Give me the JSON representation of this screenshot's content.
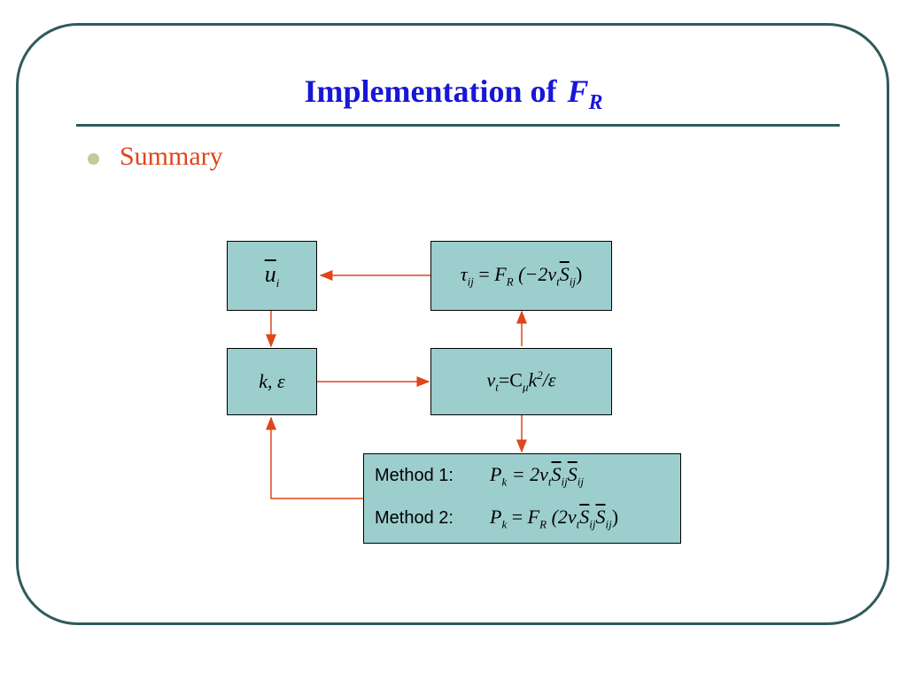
{
  "slide": {
    "title": "Implementation of",
    "title_symbol": "F",
    "title_symbol_sub": "R",
    "bullet": "Summary"
  },
  "boxes": {
    "u_bar": {
      "base": "u",
      "sub": "i"
    },
    "tau": {
      "lhs": "τ",
      "lhs_sub": "ij",
      "eq": " = ",
      "F": "F",
      "F_sub": "R",
      "open": " (−2ν",
      "nu_sub": "t",
      "S": "S",
      "S_sub": "ij",
      "close": ")"
    },
    "k_eps": {
      "text": "k, ε"
    },
    "nu_t": {
      "nu": "ν",
      "nu_sub": "t",
      "mid": "=C",
      "mu": "μ",
      "k": "k",
      "sq": "2",
      "tail": "/ε"
    },
    "methods": {
      "m1_label": "Method 1:",
      "m1": {
        "P": "P",
        "P_sub": "k",
        "rhs": " = 2ν",
        "nu_sub": "t",
        "S1": "S",
        "S1_sub": "ij",
        "S2": "S",
        "S2_sub": "ij"
      },
      "m2_label": "Method 2:",
      "m2": {
        "P": "P",
        "P_sub": "k",
        "eq": " = ",
        "F": "F",
        "F_sub": "R",
        "open": " (2ν",
        "nu_sub": "t",
        "S1": "S",
        "S1_sub": "ij",
        "S2": "S",
        "S2_sub": "ij",
        "close": ")"
      }
    }
  },
  "colors": {
    "title": "#1717d6",
    "bullet_text": "#e0451b",
    "arrow": "#e0451b",
    "box_fill": "#9dcece",
    "frame": "#2f5b5b"
  }
}
